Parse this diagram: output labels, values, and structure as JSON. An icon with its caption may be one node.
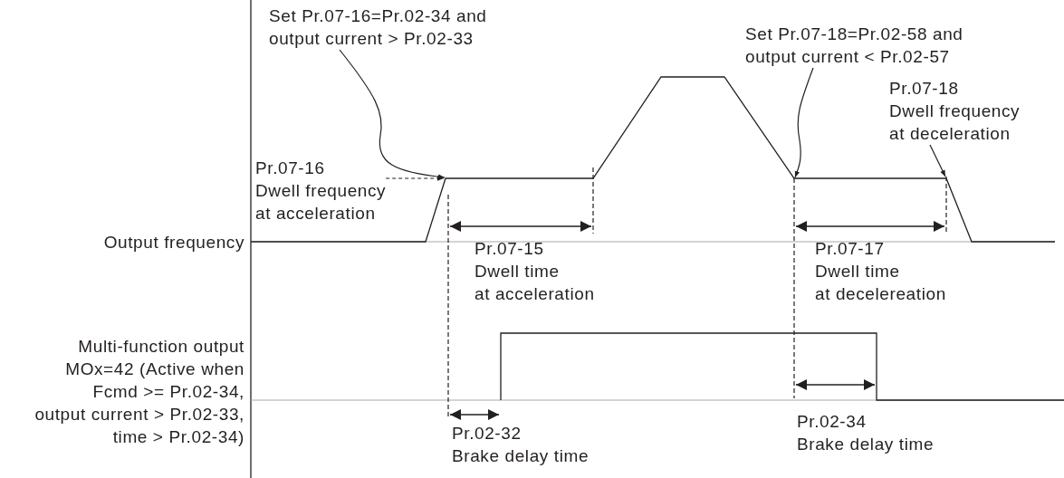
{
  "diagram": {
    "nodes": [
      {
        "text": [
          "Set Pr.07-16=Pr.02-34 and output current > Pr.02-33"
        ]
      },
      {
        "text": [
          "Set Pr.07-18=Pr.02-58 and output current < Pr.02-57"
        ]
      },
      {
        "text": [
          "Pr.07-18 Dwell frequency at deceleration"
        ]
      },
      {
        "text": [
          "Pr.07-16 Dwell frequency at acceleration"
        ]
      }
    ],
    "edges": [
      {
        "from": 0,
        "to": null,
        "arrow": "to"
      },
      {
        "from": 1,
        "to": null,
        "arrow": "to"
      },
      {
        "from": 2,
        "to": null,
        "arrow": "to"
      },
      {
        "from": 3,
        "to": null,
        "arrow": "to",
        "style": "dashed"
      }
    ],
    "labels": [
      "Output frequency",
      "Pr.07-15 Dwell time at acceleration",
      "Pr.07-17 Dwell time at decelereation",
      "Multi-function output MOx=42 (Active when Fcmd >= Pr.02-34, output current > Pr.02-33, time > Pr.02-34)",
      "Pr.02-32 Brake delay time",
      "Pr.02-34 Brake delay time"
    ]
  }
}
